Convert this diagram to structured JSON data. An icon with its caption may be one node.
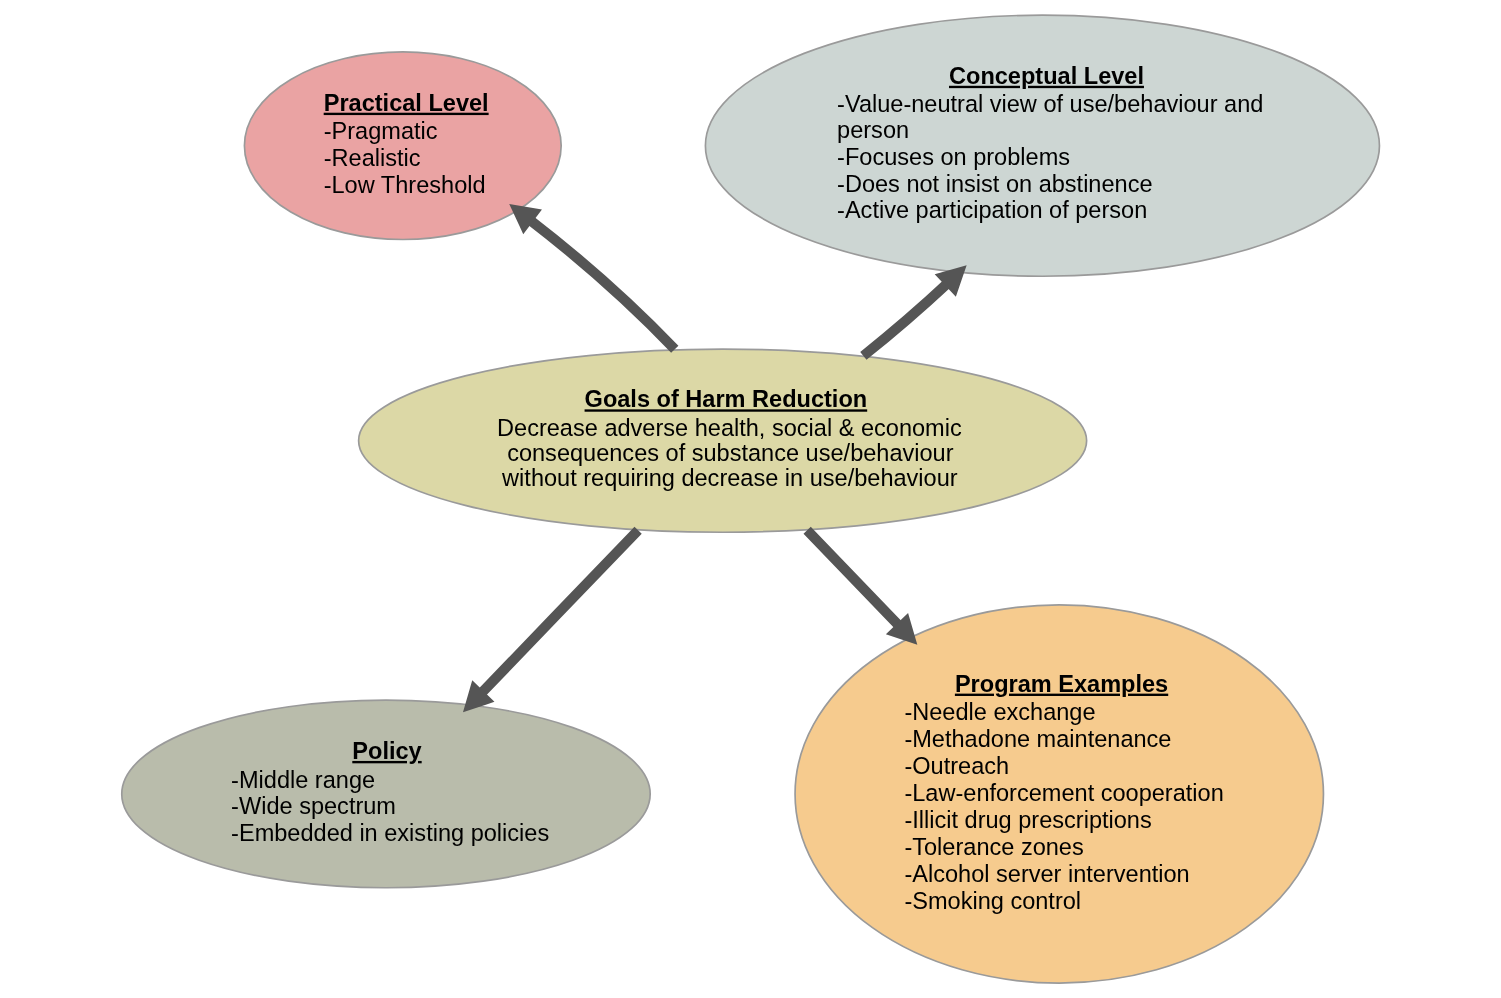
{
  "diagram": {
    "nodes": [
      {
        "text": [
          "Practical Level",
          "-Pragmatic",
          "-Realistic",
          "-Low Threshold"
        ]
      },
      {
        "text": [
          "Conceptual Level",
          "-Value-neutral view of use/behaviour and person",
          "-Focuses on problems",
          "-Does not insist on abstinence",
          "-Active participation of person"
        ]
      },
      {
        "text": [
          "Goals of Harm Reduction",
          "Decrease adverse health, social & economic consequences of substance use/behaviour without requiring decrease in use/behaviour"
        ]
      },
      {
        "text": [
          "Policy",
          "-Middle range",
          "-Wide spectrum",
          "-Embedded in existing policies"
        ]
      },
      {
        "text": [
          "Program Examples",
          "-Needle exchange",
          "-Methadone maintenance",
          "-Outreach",
          "-Law-enforcement cooperation",
          "-Illicit drug prescriptions",
          "-Tolerance zones",
          "-Alcohol server intervention",
          "-Smoking control"
        ]
      }
    ],
    "edges": [
      {
        "from": 2,
        "to": 0,
        "arrow": "to"
      },
      {
        "from": 2,
        "to": 1,
        "arrow": "to"
      },
      {
        "from": 2,
        "to": 3,
        "arrow": "to"
      },
      {
        "from": 2,
        "to": 4,
        "arrow": "to"
      }
    ]
  }
}
